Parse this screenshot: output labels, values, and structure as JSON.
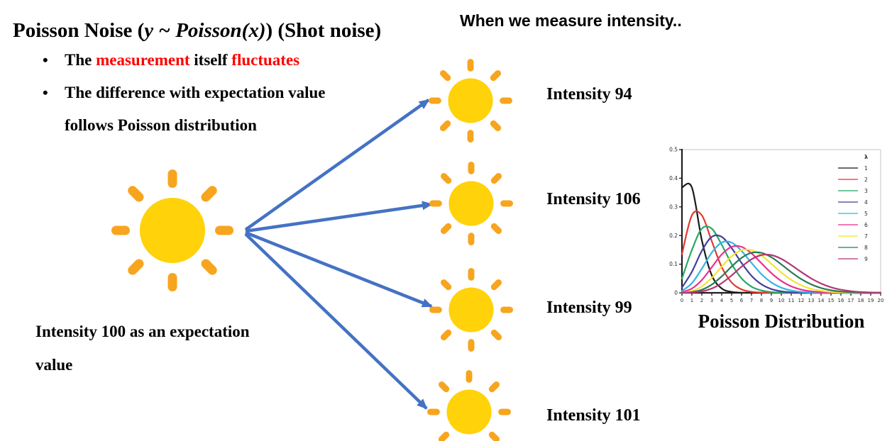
{
  "title": {
    "text_before_math": "Poisson Noise (",
    "math": "y ~ Poisson(x)",
    "text_after_math": ") (Shot noise)",
    "side_note": "When we measure intensity.."
  },
  "bullets": {
    "marker": "•",
    "item1": {
      "part1": "The ",
      "part2_red": "measurement",
      "part3": " itself ",
      "part4_red": "fluctuates"
    },
    "item2_line1": "The difference with expectation value",
    "item2_line2": "follows Poisson distribution"
  },
  "source_sun": {
    "label_line1": "Intensity 100 as an expectation",
    "label_line2": "value"
  },
  "measurements": [
    {
      "label": "Intensity 94"
    },
    {
      "label": "Intensity 106"
    },
    {
      "label": "Intensity 99"
    },
    {
      "label": "Intensity 101"
    }
  ],
  "chart_caption": "Poisson Distribution",
  "colors": {
    "arrow_blue": "#4472C4",
    "highlight_red": "#ff0000",
    "sun_body": "#FFD20A",
    "sun_rays": "#F7A51E",
    "axis_dark": "#1f1f1f",
    "axis_light": "#c4c4c4",
    "text": "#000000"
  },
  "chart_data": {
    "type": "line",
    "title": "",
    "xlabel": "",
    "ylabel": "",
    "x_range": [
      0,
      20
    ],
    "y_range": [
      0,
      0.5
    ],
    "x_ticks": [
      0,
      1,
      2,
      3,
      4,
      5,
      6,
      7,
      8,
      9,
      10,
      11,
      12,
      13,
      14,
      15,
      16,
      17,
      18,
      19,
      20
    ],
    "y_ticks": [
      0,
      0.1,
      0.2,
      0.3,
      0.4,
      0.5
    ],
    "grid": false,
    "legend_title": "λ",
    "legend_position": "top-right",
    "x": [
      0,
      1,
      2,
      3,
      4,
      5,
      6,
      7,
      8,
      9,
      10,
      11,
      12,
      13,
      14,
      15,
      16,
      17,
      18,
      19,
      20
    ],
    "series": [
      {
        "name": "1",
        "lambda": 1,
        "color": "#1a1a1a",
        "values": [
          0.3679,
          0.3679,
          0.1839,
          0.0613,
          0.0153,
          0.0031,
          0.0005,
          0.0001,
          0,
          0,
          0,
          0,
          0,
          0,
          0,
          0,
          0,
          0,
          0,
          0,
          0
        ]
      },
      {
        "name": "2",
        "lambda": 2,
        "color": "#e03a2f",
        "values": [
          0.1353,
          0.2707,
          0.2707,
          0.1804,
          0.0902,
          0.0361,
          0.012,
          0.0034,
          0.0009,
          0.0002,
          0,
          0,
          0,
          0,
          0,
          0,
          0,
          0,
          0,
          0,
          0
        ]
      },
      {
        "name": "3",
        "lambda": 3,
        "color": "#27a864",
        "values": [
          0.0498,
          0.1494,
          0.224,
          0.224,
          0.168,
          0.1008,
          0.0504,
          0.0216,
          0.0081,
          0.0027,
          0.0008,
          0.0002,
          0.0001,
          0,
          0,
          0,
          0,
          0,
          0,
          0,
          0
        ]
      },
      {
        "name": "4",
        "lambda": 4,
        "color": "#41419c",
        "values": [
          0.0183,
          0.0733,
          0.1465,
          0.1954,
          0.1954,
          0.1563,
          0.1042,
          0.0595,
          0.0298,
          0.0132,
          0.0053,
          0.0019,
          0.0006,
          0.0002,
          0.0001,
          0,
          0,
          0,
          0,
          0,
          0
        ]
      },
      {
        "name": "5",
        "lambda": 5,
        "color": "#35b5e5",
        "values": [
          0.0067,
          0.0337,
          0.0842,
          0.1404,
          0.1755,
          0.1755,
          0.1462,
          0.1044,
          0.0653,
          0.0363,
          0.0181,
          0.0082,
          0.0034,
          0.0013,
          0.0005,
          0.0002,
          0,
          0,
          0,
          0,
          0
        ]
      },
      {
        "name": "6",
        "lambda": 6,
        "color": "#ea2f8f",
        "values": [
          0.0025,
          0.0149,
          0.0446,
          0.0892,
          0.1339,
          0.1606,
          0.1606,
          0.1377,
          0.1033,
          0.0688,
          0.0413,
          0.0225,
          0.0113,
          0.0052,
          0.0022,
          0.0009,
          0.0003,
          0.0001,
          0,
          0,
          0
        ]
      },
      {
        "name": "7",
        "lambda": 7,
        "color": "#f2e431",
        "values": [
          0.0009,
          0.0064,
          0.0223,
          0.0521,
          0.0912,
          0.1277,
          0.149,
          0.149,
          0.1304,
          0.1014,
          0.071,
          0.0452,
          0.0263,
          0.0142,
          0.0071,
          0.0033,
          0.0014,
          0.0006,
          0.0002,
          0.0001,
          0
        ]
      },
      {
        "name": "8",
        "lambda": 8,
        "color": "#2a7a55",
        "values": [
          0.0003,
          0.0027,
          0.0107,
          0.0286,
          0.0573,
          0.0916,
          0.1221,
          0.1396,
          0.1396,
          0.1241,
          0.0993,
          0.0722,
          0.0481,
          0.0296,
          0.0169,
          0.009,
          0.0045,
          0.0021,
          0.0009,
          0.0004,
          0.0002
        ]
      },
      {
        "name": "9",
        "lambda": 9,
        "color": "#b23777",
        "values": [
          0.0001,
          0.0011,
          0.005,
          0.015,
          0.0337,
          0.0607,
          0.0911,
          0.1171,
          0.1318,
          0.1318,
          0.1186,
          0.097,
          0.0728,
          0.0504,
          0.0324,
          0.0194,
          0.0109,
          0.0058,
          0.0029,
          0.0014,
          0.0006
        ]
      }
    ]
  }
}
